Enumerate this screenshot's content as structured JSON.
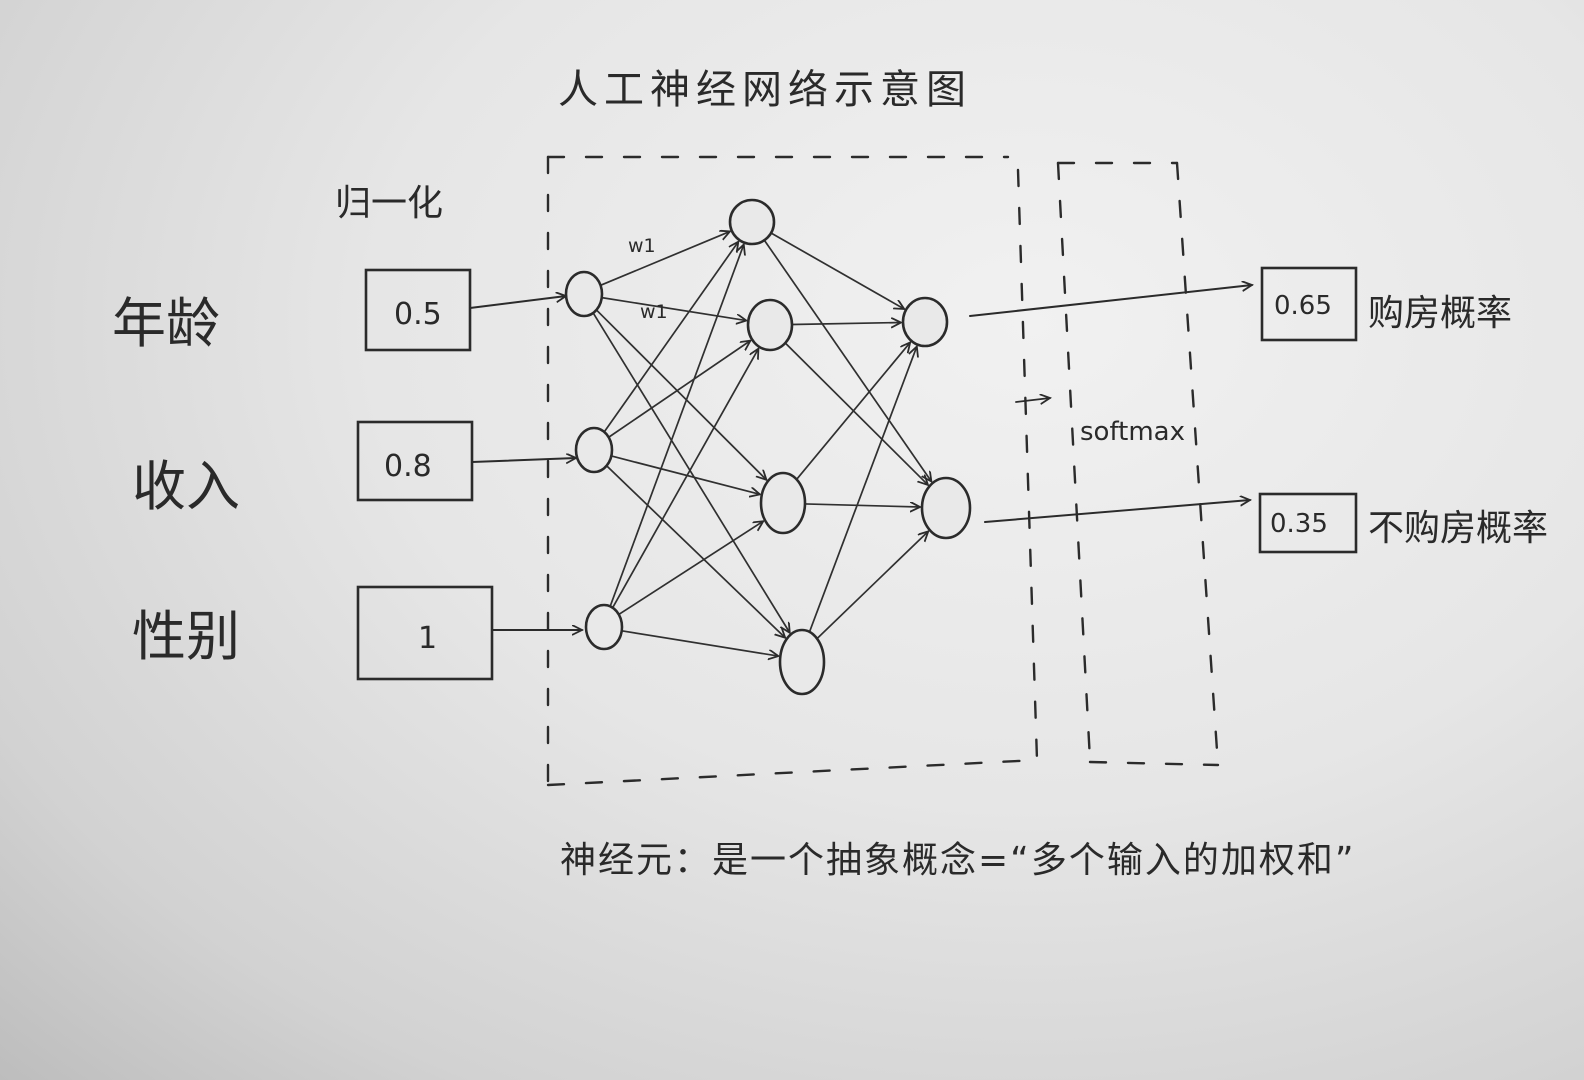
{
  "title": "人工神经网络示意图",
  "normalize_label": "归一化",
  "inputs": [
    {
      "label": "年龄",
      "value": "0.5"
    },
    {
      "label": "收入",
      "value": "0.8"
    },
    {
      "label": "性别",
      "value": "1"
    }
  ],
  "weight_labels": [
    "w1",
    "w1"
  ],
  "softmax_label": "softmax",
  "outputs": [
    {
      "value": "0.65",
      "label": "购房概率"
    },
    {
      "value": "0.35",
      "label": "不购房概率"
    }
  ],
  "footnote": "神经元：是一个抽象概念=“多个输入的加权和”"
}
